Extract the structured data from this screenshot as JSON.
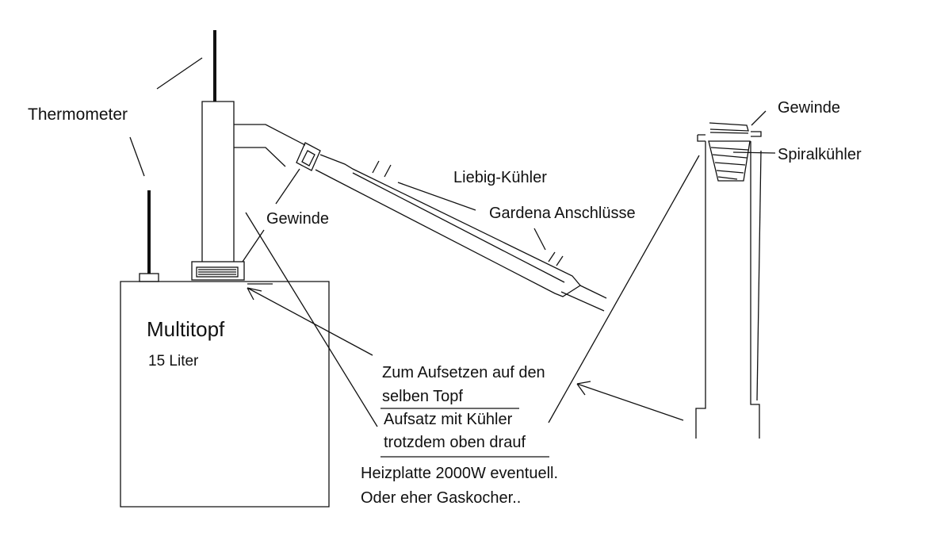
{
  "labels": {
    "thermometer": "Thermometer",
    "gewinde_left": "Gewinde",
    "liebig": "Liebig-Kühler",
    "gardena": "Gardena Anschlüsse",
    "gewinde_right": "Gewinde",
    "spiral": "Spiralkühler",
    "pot_name": "Multitopf",
    "pot_volume": "15 Liter",
    "note1_line1": "Zum Aufsetzen auf den",
    "note1_line2": "selben Topf",
    "note2_line1": "Aufsatz mit Kühler",
    "note2_line2": "trotzdem oben drauf",
    "note3_line1": "Heizplatte 2000W eventuell.",
    "note3_line2": "Oder eher Gaskocher.."
  }
}
